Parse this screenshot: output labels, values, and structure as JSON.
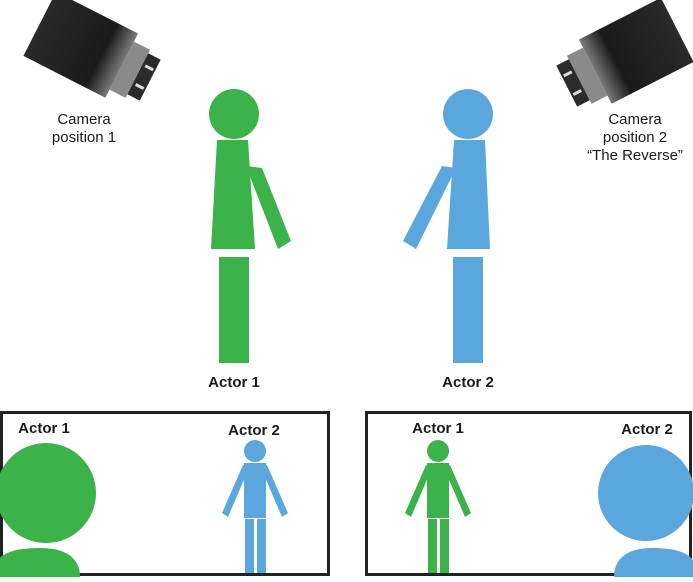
{
  "colors": {
    "actor1": "#3bb34a",
    "actor2": "#5ba7dd",
    "camera_body": "#1e1e1e",
    "frame_border": "#222222"
  },
  "cameras": [
    {
      "line1": "Camera",
      "line2": "position 1",
      "line3": ""
    },
    {
      "line1": "Camera",
      "line2": "position 2",
      "line3": "“The Reverse”"
    }
  ],
  "actors": {
    "actor1_label": "Actor 1",
    "actor2_label": "Actor 2"
  },
  "frames": [
    {
      "left_label": "Actor 1",
      "right_label": "Actor 2"
    },
    {
      "left_label": "Actor 1",
      "right_label": "Actor 2"
    }
  ]
}
